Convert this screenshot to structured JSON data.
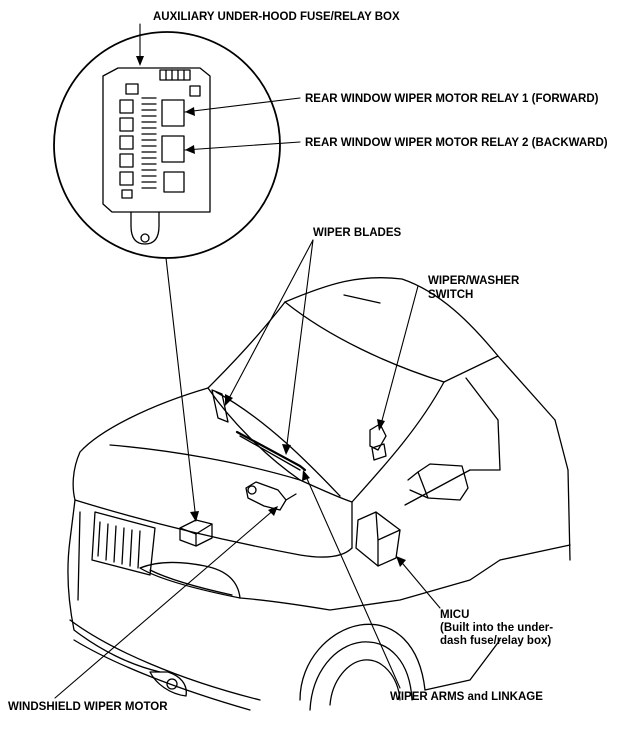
{
  "labels": {
    "aux_box": "AUXILIARY UNDER-HOOD FUSE/RELAY BOX",
    "relay1": "REAR WINDOW WIPER MOTOR RELAY 1 (FORWARD)",
    "relay2": "REAR WINDOW WIPER MOTOR RELAY 2 (BACKWARD)",
    "wiper_blades": "WIPER BLADES",
    "switch_line1": "WIPER/WASHER",
    "switch_line2": "SWITCH",
    "micu_line1": "MICU",
    "micu_line2": "(Built into the under-",
    "micu_line3": "dash fuse/relay box)",
    "wiper_motor": "WINDSHIELD WIPER MOTOR",
    "arms_linkage": "WIPER ARMS and LINKAGE"
  },
  "colors": {
    "ink": "#000000",
    "paper": "#ffffff"
  }
}
